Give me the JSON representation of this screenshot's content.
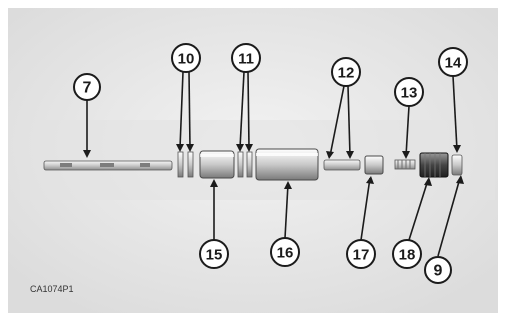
{
  "figure": {
    "caption_code": "CA1074P1",
    "callouts": {
      "c7": "7",
      "c10": "10",
      "c11": "11",
      "c12": "12",
      "c13": "13",
      "c14": "14",
      "c15": "15",
      "c16": "16",
      "c17": "17",
      "c18": "18",
      "c9": "9"
    }
  },
  "colors": {
    "background": "#ffffff",
    "panel": "#e9e9e9",
    "line": "#1b1b1b",
    "part_dark": "#8a8a8a",
    "part_light": "#d6d6d6"
  }
}
